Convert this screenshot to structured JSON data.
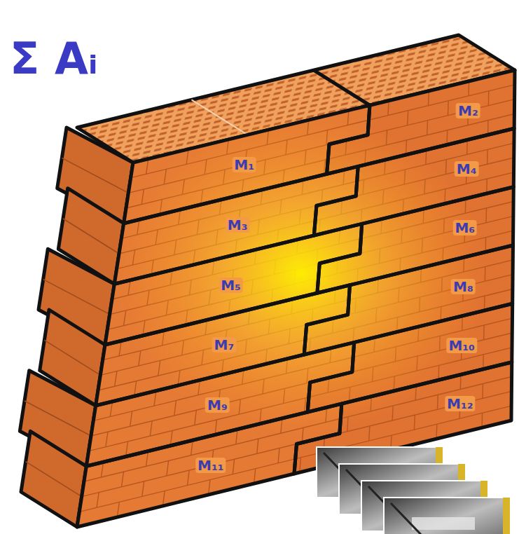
{
  "diagram": {
    "labels": [
      "Σ Aᵢ",
      "M₁",
      "M₂",
      "M₃",
      "M₄",
      "M₅",
      "M₆",
      "M₇",
      "M₈",
      "M₉",
      "M₁₀",
      "M₁₁",
      "M₁₂"
    ]
  }
}
